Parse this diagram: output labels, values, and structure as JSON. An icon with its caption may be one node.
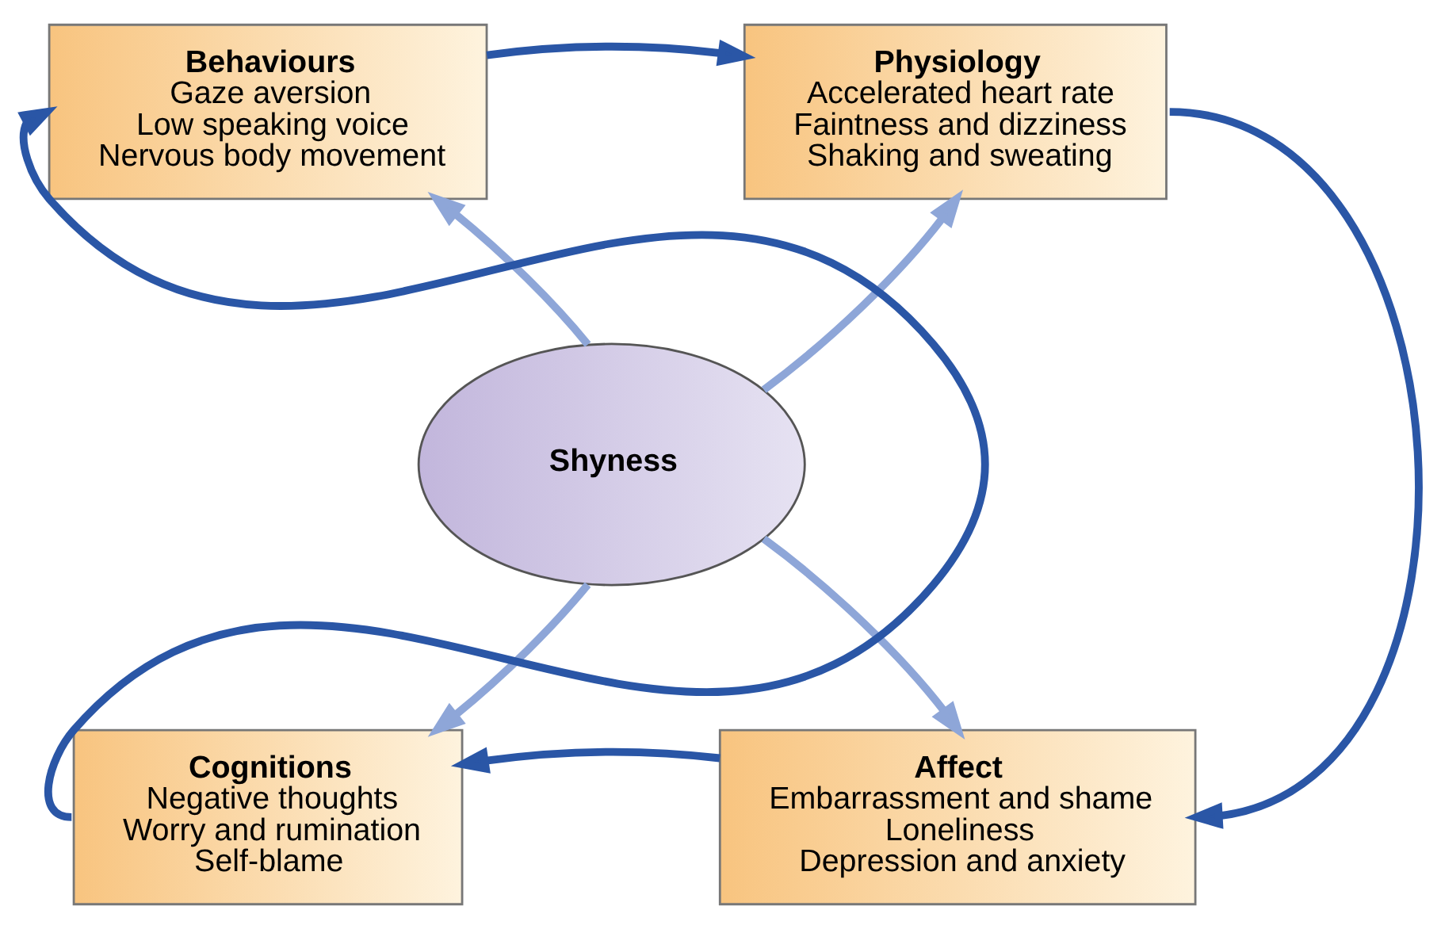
{
  "diagram": {
    "nodes": [
      {
        "text": [
          "Shyness"
        ]
      },
      {
        "text": [
          "Behaviours",
          "Gaze aversion",
          "Low speaking voice",
          "Nervous body movement"
        ]
      },
      {
        "text": [
          "Physiology",
          "Accelerated heart rate",
          "Faintness and dizziness",
          "Shaking and sweating"
        ]
      },
      {
        "text": [
          "Cognitions",
          "Negative thoughts",
          "Worry and rumination",
          "Self-blame"
        ]
      },
      {
        "text": [
          "Affect",
          "Embarrassment and shame",
          "Loneliness",
          "Depression and anxiety"
        ]
      }
    ],
    "edges": [
      {
        "from": 0,
        "to": 1,
        "arrow": "to"
      },
      {
        "from": 0,
        "to": 2,
        "arrow": "to"
      },
      {
        "from": 0,
        "to": 3,
        "arrow": "to"
      },
      {
        "from": 0,
        "to": 4,
        "arrow": "to"
      },
      {
        "from": 1,
        "to": 2,
        "arrow": "to",
        "color": "#2a56a6"
      },
      {
        "from": 2,
        "to": 4,
        "arrow": "to",
        "color": "#2a56a6"
      },
      {
        "from": 4,
        "to": 3,
        "arrow": "to",
        "color": "#2a56a6"
      },
      {
        "from": 3,
        "to": 1,
        "arrow": "to",
        "color": "#2a56a6"
      }
    ]
  }
}
